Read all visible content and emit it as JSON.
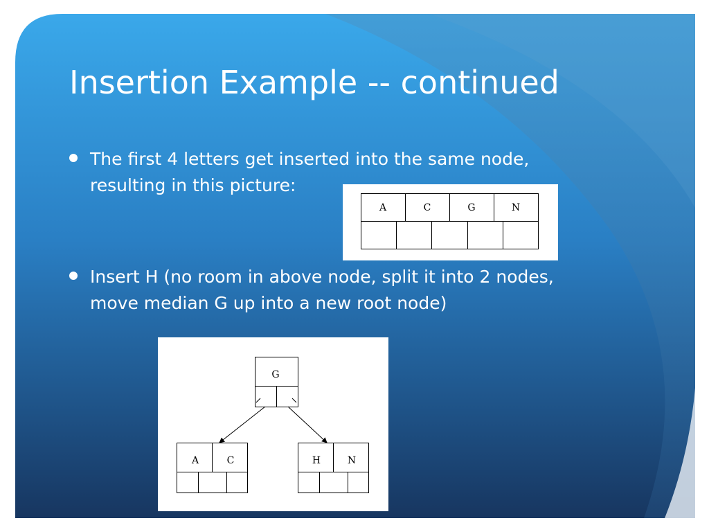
{
  "slide": {
    "title": "Insertion Example -- continued",
    "bullets": [
      {
        "line1": "The first 4 letters get inserted into the same node,",
        "line2": "resulting in this picture:"
      },
      {
        "line1": "Insert H  (no room in above node, split it into 2 nodes,",
        "line2": "move median G up into a new root node)"
      }
    ]
  },
  "figure1": {
    "node_keys": [
      "A",
      "C",
      "G",
      "N"
    ]
  },
  "figure2": {
    "root_keys": [
      "G"
    ],
    "left_child_keys": [
      "A",
      "C"
    ],
    "right_child_keys": [
      "H",
      "N"
    ]
  },
  "colors": {
    "background_top": "#3aa6e8",
    "background_bottom": "#17355e",
    "text": "#ffffff",
    "figure_background": "#ffffff",
    "figure_lines": "#000000"
  }
}
